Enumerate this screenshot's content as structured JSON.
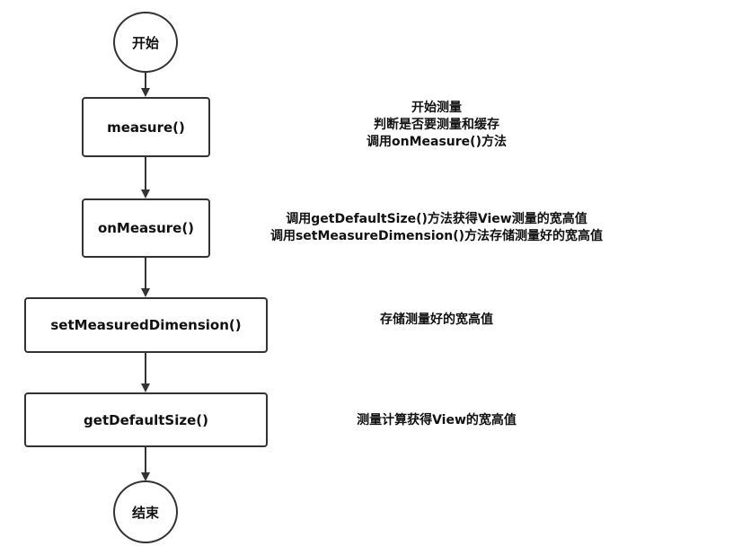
{
  "nodes": {
    "start": "开始",
    "measure": "measure()",
    "on_measure": "onMeasure()",
    "set_measured_dimension": "setMeasuredDimension()",
    "get_default_size": "getDefaultSize()",
    "end": "结束"
  },
  "notes": {
    "measure": [
      "开始测量",
      "判断是否要测量和缓存",
      "调用onMeasure()方法"
    ],
    "on_measure": [
      "调用getDefaultSize()方法获得View测量的宽高值",
      "调用setMeasureDimension()方法存储测量好的宽高值"
    ],
    "set_measured_dimension": [
      "存储测量好的宽高值"
    ],
    "get_default_size": [
      "测量计算获得View的宽高值"
    ]
  },
  "colors": {
    "stroke": "#333333",
    "text": "#111111",
    "background": "#ffffff"
  }
}
